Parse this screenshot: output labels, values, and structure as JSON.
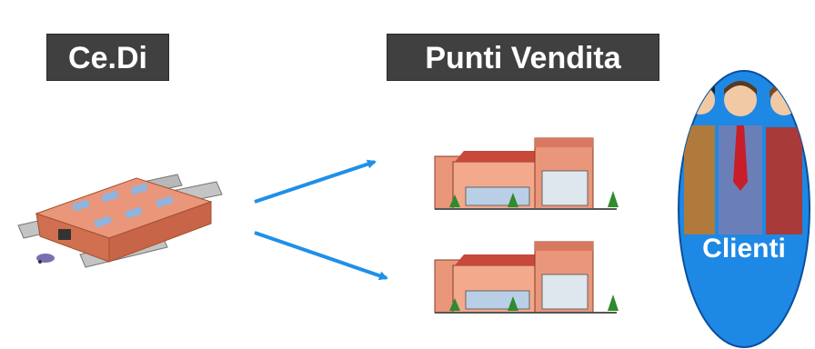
{
  "labels": {
    "warehouse": "Ce.Di",
    "stores": "Punti Vendita",
    "customers": "Clienti"
  },
  "colors": {
    "label_bg": "#404040",
    "arrow": "#1e90e8",
    "customers_fill": "#1e88e5",
    "building_roof": "#c8483a",
    "building_wall": "#e9967a"
  },
  "icons": [
    "warehouse-icon",
    "store-icon",
    "store-icon",
    "people-icon"
  ]
}
